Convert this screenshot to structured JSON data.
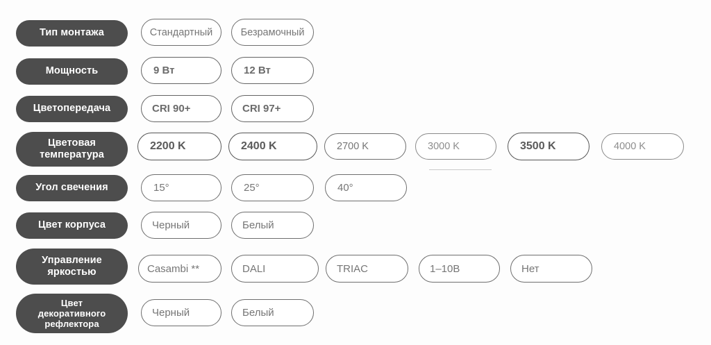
{
  "theme": {
    "background": "#fdfdfd",
    "label_pill_bg": "#4d4d4d",
    "label_pill_text": "#ffffff",
    "chip_bg": "#ffffff",
    "chip_border": "#6e6e6e",
    "chip_text": "#767676",
    "hairline": "#c9c9c9"
  },
  "rows": [
    {
      "id": "mount-type",
      "label": "Тип монтажа",
      "label_lines": 1,
      "options": [
        {
          "label": "Стандартный",
          "emphasis": "normal",
          "align": "center"
        },
        {
          "label": "Безрамочный",
          "emphasis": "normal",
          "align": "center"
        }
      ]
    },
    {
      "id": "power",
      "label": "Мощность",
      "label_lines": 1,
      "options": [
        {
          "label": "9 Вт",
          "emphasis": "semi",
          "align": "left"
        },
        {
          "label": "12 Вт",
          "emphasis": "semi",
          "align": "left"
        }
      ]
    },
    {
      "id": "color-rendering",
      "label": "Цветопередача",
      "label_lines": 1,
      "options": [
        {
          "label": "CRI 90+",
          "emphasis": "semi",
          "align": "left"
        },
        {
          "label": "CRI 97+",
          "emphasis": "semi",
          "align": "left"
        }
      ]
    },
    {
      "id": "color-temperature",
      "label": "Цветовая\nтемпература",
      "label_lines": 2,
      "options": [
        {
          "label": "2200 K",
          "emphasis": "strong",
          "align": "left"
        },
        {
          "label": "2400 K",
          "emphasis": "strong",
          "align": "left"
        },
        {
          "label": "2700 K",
          "emphasis": "normal",
          "align": "left"
        },
        {
          "label": "3000 K",
          "emphasis": "faint",
          "align": "left"
        },
        {
          "label": "3500 K",
          "emphasis": "strong",
          "align": "left"
        },
        {
          "label": "4000 K",
          "emphasis": "faint",
          "align": "left"
        }
      ]
    },
    {
      "id": "beam-angle",
      "label": "Угол свечения",
      "label_lines": 1,
      "options": [
        {
          "label": "15°",
          "emphasis": "normal",
          "align": "left"
        },
        {
          "label": "25°",
          "emphasis": "normal",
          "align": "left"
        },
        {
          "label": "40°",
          "emphasis": "normal",
          "align": "left"
        }
      ]
    },
    {
      "id": "body-color",
      "label": "Цвет корпуса",
      "label_lines": 1,
      "options": [
        {
          "label": "Черный",
          "emphasis": "normal",
          "align": "left"
        },
        {
          "label": "Белый",
          "emphasis": "normal",
          "align": "left"
        }
      ]
    },
    {
      "id": "dimming-control",
      "label": "Управление\nяркостью",
      "label_lines": 2,
      "options": [
        {
          "label": "Casambi **",
          "emphasis": "normal",
          "align": "left"
        },
        {
          "label": "DALI",
          "emphasis": "normal",
          "align": "left"
        },
        {
          "label": "TRIAC",
          "emphasis": "normal",
          "align": "left"
        },
        {
          "label": "1–10В",
          "emphasis": "normal",
          "align": "left"
        },
        {
          "label": "Нет",
          "emphasis": "normal",
          "align": "left"
        }
      ]
    },
    {
      "id": "reflector-color",
      "label": "Цвет\nдекоративного\nрефлектора",
      "label_lines": 3,
      "options": [
        {
          "label": "Черный",
          "emphasis": "normal",
          "align": "left"
        },
        {
          "label": "Белый",
          "emphasis": "normal",
          "align": "left"
        }
      ]
    }
  ],
  "footnote_marker": "**"
}
